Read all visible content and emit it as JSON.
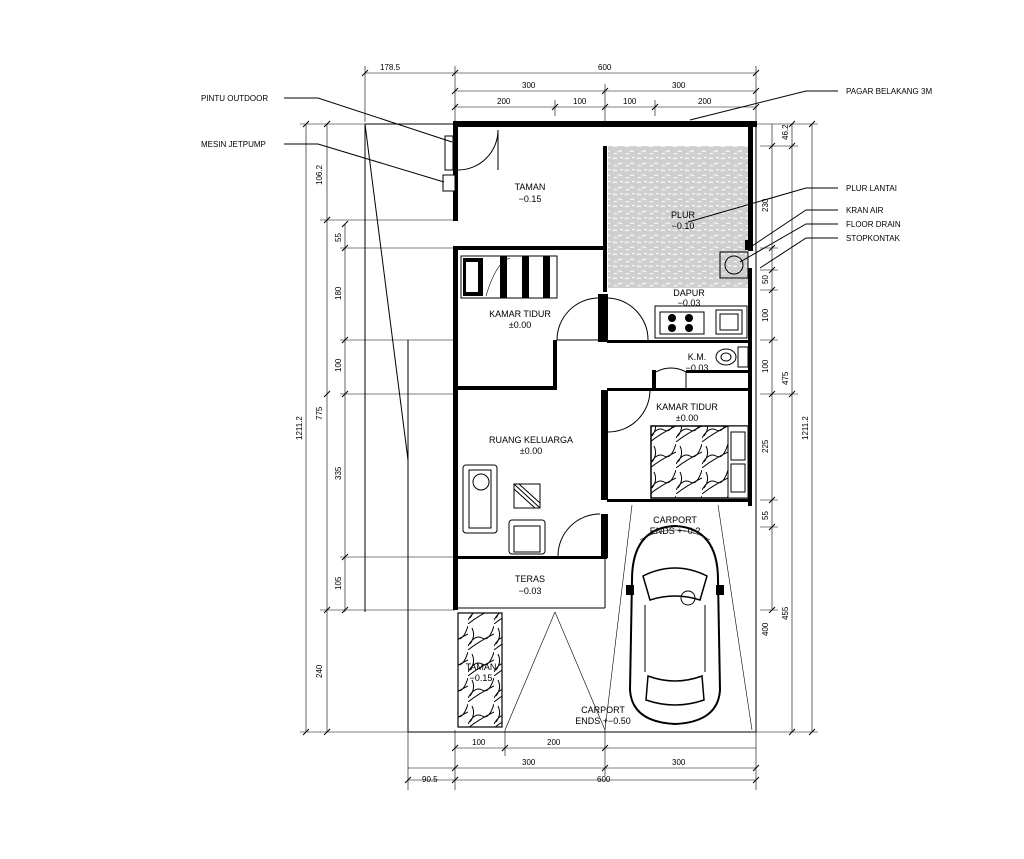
{
  "dimensions": {
    "top": {
      "outer_left": "178.5",
      "total": "600",
      "halves": [
        "300",
        "300"
      ],
      "segments": [
        "200",
        "100",
        "100",
        "200"
      ]
    },
    "bottom": {
      "segments": [
        "100",
        "200"
      ],
      "halves": [
        "300",
        "300"
      ],
      "outer_left": "90.5",
      "total": "600"
    },
    "left": {
      "total": "1211.2",
      "outer": [
        "106.2"
      ],
      "mid": "775",
      "bottom": "240",
      "inner": [
        "55",
        "180",
        "100",
        "335",
        "105"
      ]
    },
    "right": {
      "total": "1211.2",
      "top": "46.2",
      "inner": [
        "230",
        "50",
        "100",
        "100",
        "225",
        "55"
      ],
      "mid": "475",
      "car": [
        "400",
        "455"
      ]
    }
  },
  "rooms": [
    {
      "name": "TAMAN",
      "level": "−0.15"
    },
    {
      "name": "PLUR",
      "level": "−0.10"
    },
    {
      "name": "DAPUR",
      "level": "−0.03"
    },
    {
      "name": "KAMAR TIDUR",
      "level": "±0.00"
    },
    {
      "name": "K.M.",
      "level": "−0.03"
    },
    {
      "name": "KAMAR TIDUR",
      "level": "±0.00"
    },
    {
      "name": "RUANG KELUARGA",
      "level": "±0.00"
    },
    {
      "name": "CARPORT",
      "level": "ENDS +−0.?"
    },
    {
      "name": "TERAS",
      "level": "−0.03"
    },
    {
      "name": "TAMAN",
      "level": "−0.15"
    },
    {
      "name": "CARPORT",
      "level": "ENDS +−0.50"
    }
  ],
  "callouts": {
    "pintu_outdoor": "PINTU OUTDOOR",
    "mesin_jetpump": "MESIN JETPUMP",
    "pagar_belakang": "PAGAR BELAKANG 3M",
    "plur_lantai": "PLUR LANTAI",
    "kran_air": "KRAN AIR",
    "floor_drain": "FLOOR DRAIN",
    "stopkontak": "STOPKONTAK"
  }
}
